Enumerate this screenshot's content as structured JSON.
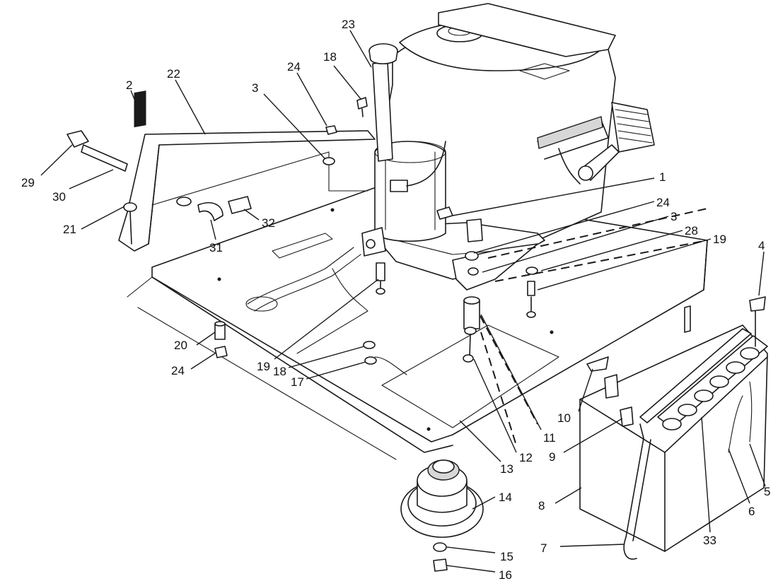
{
  "diagram": {
    "type": "exploded-parts-diagram",
    "colors": {
      "ink": "#1a1a1a",
      "paper": "#ffffff",
      "shade": "#d7d7d7"
    },
    "callouts": [
      {
        "id": "c2",
        "label": "2"
      },
      {
        "id": "c22",
        "label": "22"
      },
      {
        "id": "c3a",
        "label": "3"
      },
      {
        "id": "c24a",
        "label": "24"
      },
      {
        "id": "c18a",
        "label": "18"
      },
      {
        "id": "c23",
        "label": "23"
      },
      {
        "id": "c29",
        "label": "29"
      },
      {
        "id": "c30",
        "label": "30"
      },
      {
        "id": "c21",
        "label": "21"
      },
      {
        "id": "c31",
        "label": "31"
      },
      {
        "id": "c32",
        "label": "32"
      },
      {
        "id": "c1",
        "label": "1"
      },
      {
        "id": "c24b",
        "label": "24"
      },
      {
        "id": "c3b",
        "label": "3"
      },
      {
        "id": "c28",
        "label": "28"
      },
      {
        "id": "c19a",
        "label": "19"
      },
      {
        "id": "c4",
        "label": "4"
      },
      {
        "id": "c20",
        "label": "20"
      },
      {
        "id": "c24c",
        "label": "24"
      },
      {
        "id": "c19b",
        "label": "19"
      },
      {
        "id": "c18b",
        "label": "18"
      },
      {
        "id": "c17",
        "label": "17"
      },
      {
        "id": "c10",
        "label": "10"
      },
      {
        "id": "c9",
        "label": "9"
      },
      {
        "id": "c11",
        "label": "11"
      },
      {
        "id": "c12",
        "label": "12"
      },
      {
        "id": "c13",
        "label": "13"
      },
      {
        "id": "c14",
        "label": "14"
      },
      {
        "id": "c15",
        "label": "15"
      },
      {
        "id": "c16",
        "label": "16"
      },
      {
        "id": "c8",
        "label": "8"
      },
      {
        "id": "c7",
        "label": "7"
      },
      {
        "id": "c33",
        "label": "33"
      },
      {
        "id": "c6",
        "label": "6"
      },
      {
        "id": "c5",
        "label": "5"
      }
    ]
  }
}
